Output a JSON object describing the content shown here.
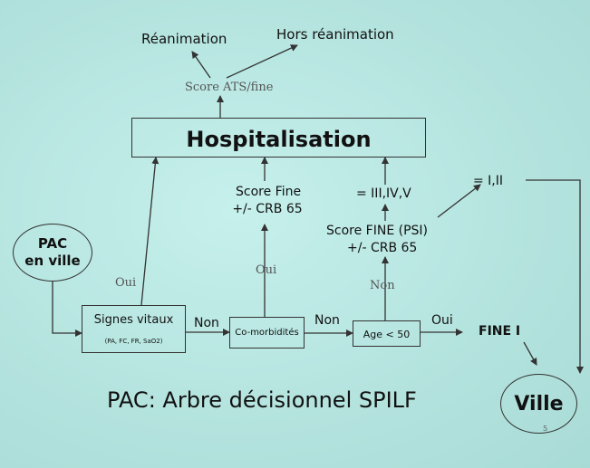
{
  "diagram": {
    "title": "PAC: Arbre décisionnel SPILF",
    "page_number": "5",
    "nodes": {
      "reanimation": "Réanimation",
      "hors_reanimation": "Hors réanimation",
      "score_ats_fine": "Score ATS/fine",
      "hospitalisation": "Hospitalisation",
      "score_fine": "Score Fine",
      "crb65_a": "+/- CRB 65",
      "classes_iii_iv_v": "= III,IV,V",
      "classes_i_ii": "= I,II",
      "score_fine_psi": "Score FINE (PSI)",
      "crb65_b": "+/- CRB 65",
      "pac_en_ville_line1": "PAC",
      "pac_en_ville_line2": "en ville",
      "signes_vitaux": "Signes vitaux",
      "signes_vitaux_sub": "(PA, FC, FR, SaO2)",
      "comorbidites": "Co-morbidités",
      "age": "Age < 50",
      "fine_i": "FINE I",
      "ville": "Ville"
    },
    "edge_labels": {
      "oui_1": "Oui",
      "oui_2": "Oui",
      "non_1": "Non",
      "non_2": "Non",
      "non_3": "Non",
      "oui_3": "Oui"
    }
  }
}
